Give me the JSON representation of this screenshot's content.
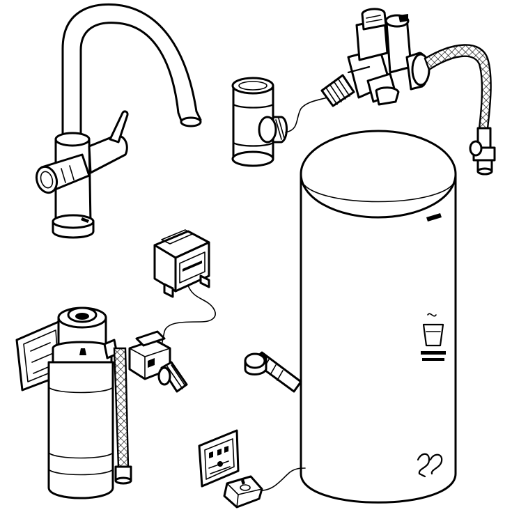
{
  "colors": {
    "line": "#000000",
    "background": "#ffffff"
  },
  "components": [
    {
      "name": "kitchen-faucet"
    },
    {
      "name": "tee-connector"
    },
    {
      "name": "safety-valve-group"
    },
    {
      "name": "braided-hose-right"
    },
    {
      "name": "hot-water-tank"
    },
    {
      "name": "control-box"
    },
    {
      "name": "water-filter"
    },
    {
      "name": "solenoid-valve"
    },
    {
      "name": "braided-hose-left"
    },
    {
      "name": "inlet-pipe"
    },
    {
      "name": "instruction-card"
    },
    {
      "name": "power-plug"
    }
  ]
}
